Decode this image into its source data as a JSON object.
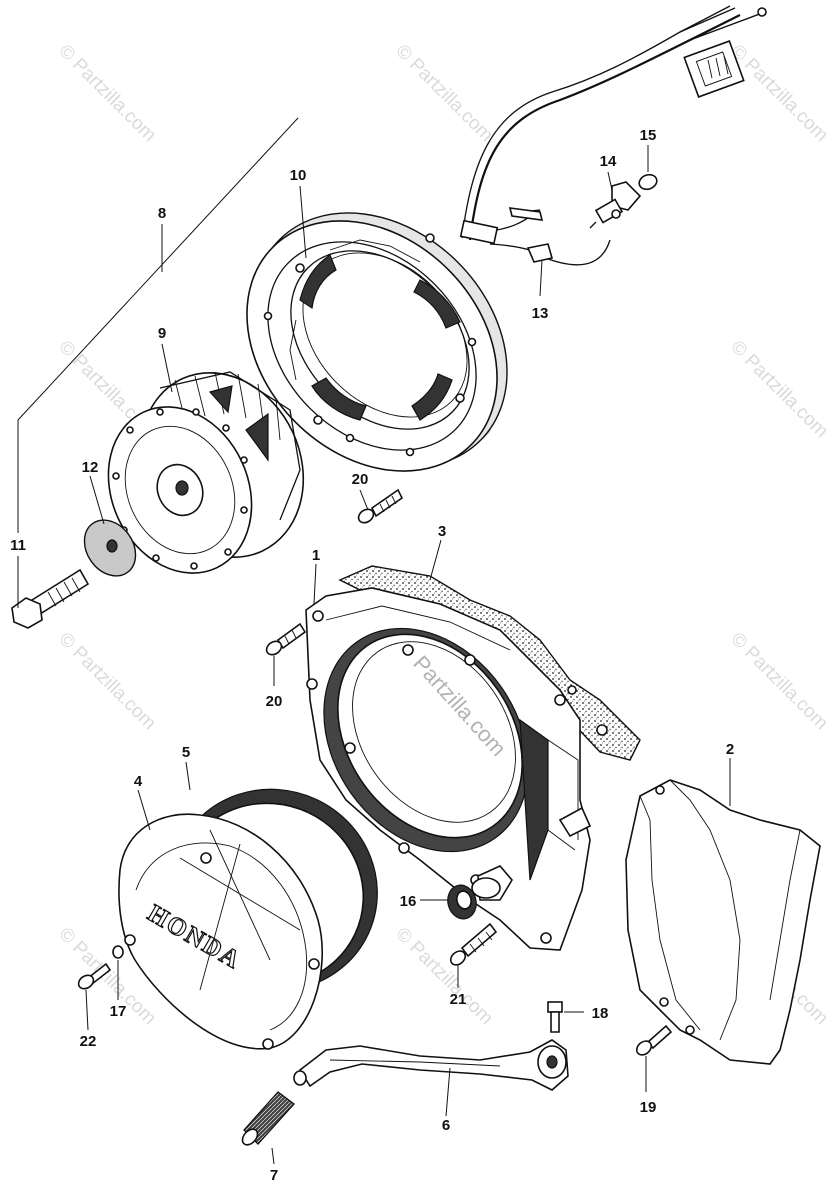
{
  "watermark": "© Partzilla.com",
  "center_watermark": "Partzilla.com",
  "cover_brand": "HONDA",
  "parts": [
    {
      "id": "p1",
      "label": "1"
    },
    {
      "id": "p2",
      "label": "2"
    },
    {
      "id": "p3",
      "label": "3"
    },
    {
      "id": "p4",
      "label": "4"
    },
    {
      "id": "p5",
      "label": "5"
    },
    {
      "id": "p6",
      "label": "6"
    },
    {
      "id": "p7",
      "label": "7"
    },
    {
      "id": "p8",
      "label": "8"
    },
    {
      "id": "p9",
      "label": "9"
    },
    {
      "id": "p10",
      "label": "10"
    },
    {
      "id": "p11",
      "label": "11"
    },
    {
      "id": "p12",
      "label": "12"
    },
    {
      "id": "p13",
      "label": "13"
    },
    {
      "id": "p14",
      "label": "14"
    },
    {
      "id": "p15",
      "label": "15"
    },
    {
      "id": "p16",
      "label": "16"
    },
    {
      "id": "p17",
      "label": "17"
    },
    {
      "id": "p18",
      "label": "18"
    },
    {
      "id": "p19",
      "label": "19"
    },
    {
      "id": "p20a",
      "label": "20"
    },
    {
      "id": "p20b",
      "label": "20"
    },
    {
      "id": "p21",
      "label": "21"
    },
    {
      "id": "p22",
      "label": "22"
    }
  ],
  "colors": {
    "ink": "#111111",
    "watermark": "#bdbdbd",
    "background": "#ffffff"
  }
}
